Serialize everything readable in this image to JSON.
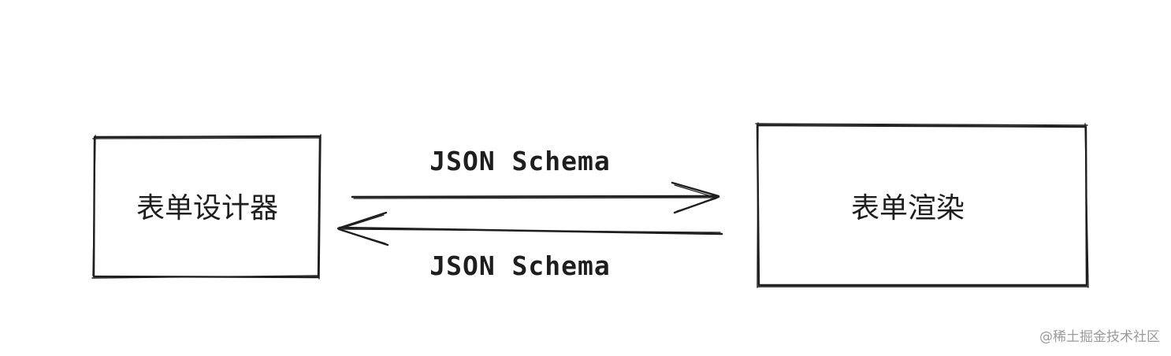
{
  "nodes": {
    "designer": {
      "label": "表单设计器"
    },
    "renderer": {
      "label": "表单渲染"
    }
  },
  "edges": {
    "forward": {
      "label": "JSON Schema"
    },
    "backward": {
      "label": "JSON Schema"
    }
  },
  "watermark": {
    "text": "@稀土掘金技术社区"
  },
  "colors": {
    "stroke": "#1e1e1e",
    "watermark": "#9a9a9a"
  }
}
